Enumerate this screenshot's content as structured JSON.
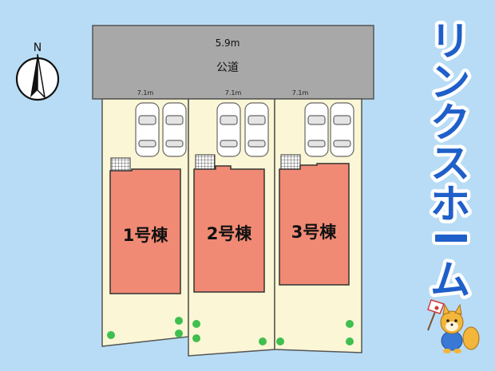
{
  "compass": {
    "north_label": "N"
  },
  "road": {
    "width_label": "5.9m",
    "name": "公道"
  },
  "lots": [
    {
      "frontage": "7.1m",
      "building_label": "1号棟"
    },
    {
      "frontage": "7.1m",
      "building_label": "2号棟"
    },
    {
      "frontage": "7.1m",
      "building_label": "3号棟"
    }
  ],
  "brand": {
    "name_chars": [
      "リ",
      "ン",
      "ク",
      "ス",
      "ホ",
      "ー",
      "ム"
    ]
  },
  "colors": {
    "background": "#b8dcf5",
    "road": "#a8a8a8",
    "lot": "#fbf6d5",
    "building": "#f08a75",
    "brand": "#1f5fc9",
    "tree": "#3fbf4f"
  }
}
